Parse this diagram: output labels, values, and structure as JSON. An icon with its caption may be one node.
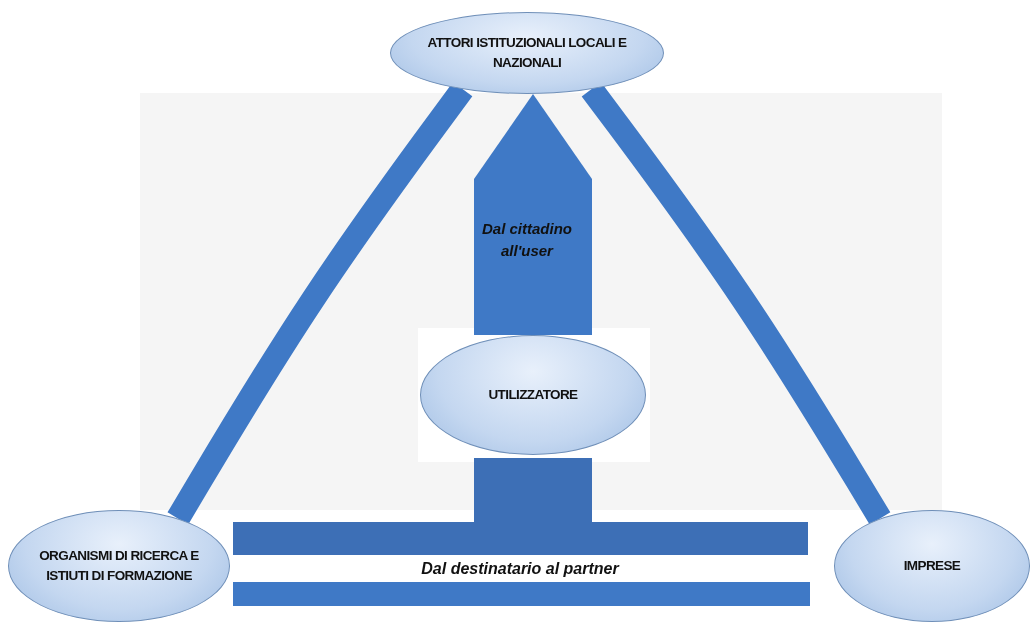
{
  "diagram": {
    "nodes": [
      {
        "text": [
          "ATTORI ISTITUZIONALI LOCALI E NAZIONALI"
        ]
      },
      {
        "text": [
          "UTILIZZATORE"
        ]
      },
      {
        "text": [
          "ORGANISMI DI RICERCA E ISTIUTI DI FORMAZIONE"
        ]
      },
      {
        "text": [
          "IMPRESE"
        ]
      }
    ],
    "edges": [
      {
        "from": 2,
        "to": 0,
        "arrow": "none"
      },
      {
        "from": 3,
        "to": 0,
        "arrow": "none"
      },
      {
        "from": 1,
        "to": 0,
        "arrow": "to",
        "style": "thick",
        "label": "Dal cittadino all'user"
      },
      {
        "from": 1,
        "to": 2,
        "arrow": "none",
        "style": "thick"
      },
      {
        "from": 1,
        "to": 3,
        "arrow": "none",
        "style": "thick"
      },
      {
        "from": 2,
        "to": 3,
        "arrow": "none",
        "label": "Dal destinatario al partner"
      }
    ]
  }
}
